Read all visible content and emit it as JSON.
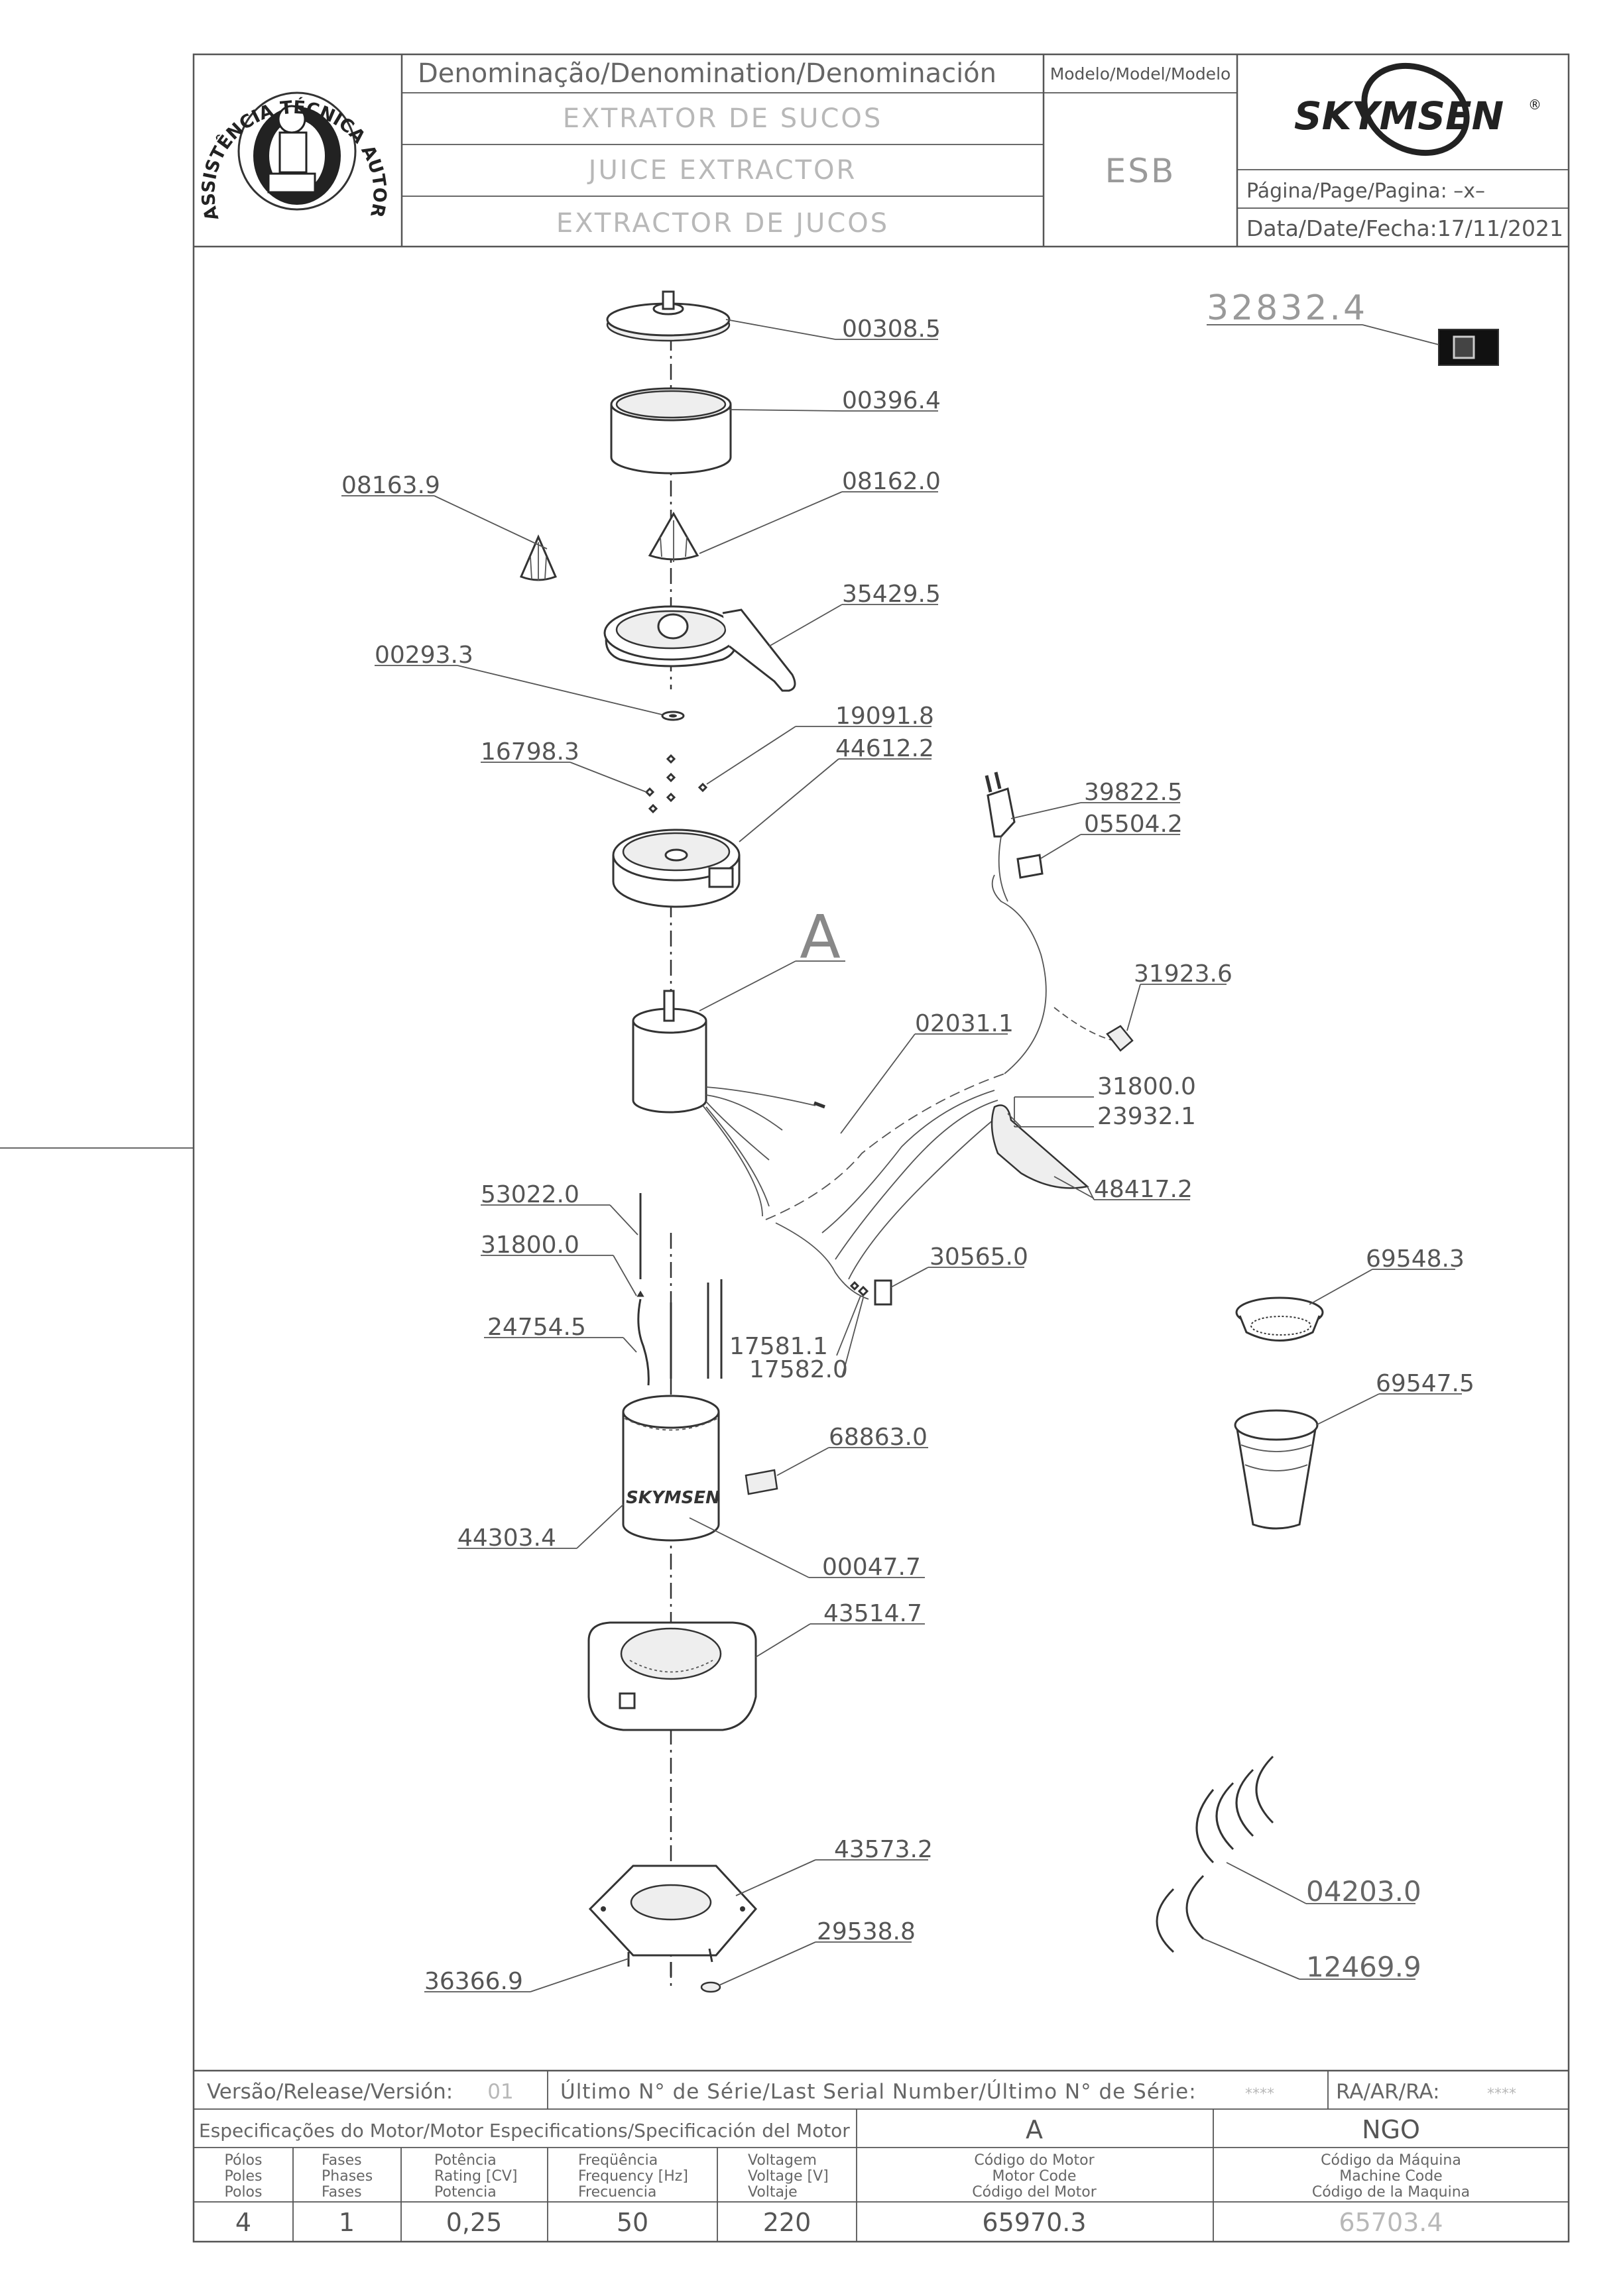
{
  "header": {
    "denomination_label": "Denominação/Denomination/Denominación",
    "name_pt": "EXTRATOR DE SUCOS",
    "name_en": "JUICE EXTRACTOR",
    "name_es": "EXTRACTOR DE JUCOS",
    "model_label": "Modelo/Model/Modelo",
    "model_value": "ESB",
    "brand": "SKYMSEN",
    "brand_mark": "®",
    "page_label": "Página/Page/Pagina: –x–",
    "date_label": "Data/Date/Fecha:17/11/2021",
    "seal_text": "ASSISTÊNCIA TÉCNICA AUTORIZADA"
  },
  "drawing": {
    "top_code": "32832.4",
    "detail_ref": "A",
    "body_logo": "SKYMSEN",
    "parts": [
      {
        "code": "00308.5"
      },
      {
        "code": "00396.4"
      },
      {
        "code": "08162.0"
      },
      {
        "code": "08163.9"
      },
      {
        "code": "35429.5"
      },
      {
        "code": "00293.3"
      },
      {
        "code": "19091.8"
      },
      {
        "code": "44612.2"
      },
      {
        "code": "16798.3"
      },
      {
        "code": "39822.5"
      },
      {
        "code": "05504.2"
      },
      {
        "code": "31923.6"
      },
      {
        "code": "02031.1"
      },
      {
        "code": "31800.0"
      },
      {
        "code": "23932.1"
      },
      {
        "code": "48417.2"
      },
      {
        "code": "53022.0"
      },
      {
        "code": "31800.0"
      },
      {
        "code": "30565.0"
      },
      {
        "code": "24754.5"
      },
      {
        "code": "17581.1"
      },
      {
        "code": "17582.0"
      },
      {
        "code": "69548.3"
      },
      {
        "code": "69547.5"
      },
      {
        "code": "68863.0"
      },
      {
        "code": "44303.4"
      },
      {
        "code": "00047.7"
      },
      {
        "code": "43514.7"
      },
      {
        "code": "43573.2"
      },
      {
        "code": "29538.8"
      },
      {
        "code": "36366.9"
      },
      {
        "code": "04203.0"
      },
      {
        "code": "12469.9"
      }
    ]
  },
  "footer": {
    "release_label": "Versão/Release/Versión:",
    "release_value": "01",
    "serial_label": "Último N° de Série/Last Serial Number/Último N° de Série:",
    "serial_value": "****",
    "ra_label": "RA/AR/RA:",
    "ra_value": "****",
    "motor_spec_label": "Especificações do Motor/Motor Especifications/Specificación del Motor",
    "motor_ref": "A",
    "machine_ref": "NGO",
    "col_poles": [
      "Pólos",
      "Poles",
      "Polos"
    ],
    "col_phases": [
      "Fases",
      "Phases",
      "Fases"
    ],
    "col_power": [
      "Potência",
      "Rating [CV]",
      "Potencia"
    ],
    "col_freq": [
      "Freqüência",
      "Frequency [Hz]",
      "Frecuencia"
    ],
    "col_voltage": [
      "Voltagem",
      "Voltage [V]",
      "Voltaje"
    ],
    "col_motor_code": [
      "Código do Motor",
      "Motor Code",
      "Código del Motor"
    ],
    "col_machine_code": [
      "Código da Máquina",
      "Machine Code",
      "Código de la Maquina"
    ],
    "poles": "4",
    "phases": "1",
    "power": "0,25",
    "frequency": "50",
    "voltage": "220",
    "motor_code": "65970.3",
    "machine_code": "65703.4"
  }
}
